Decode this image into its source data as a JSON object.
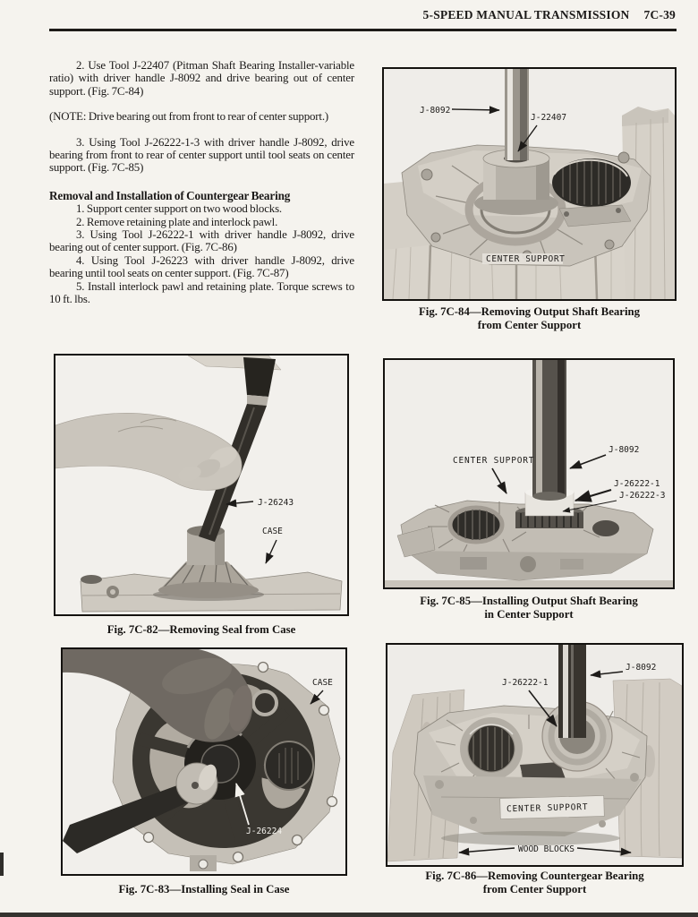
{
  "header": {
    "title": "5-SPEED MANUAL TRANSMISSION",
    "page_number": "7C-39"
  },
  "text": {
    "step2": "2. Use Tool J-22407 (Pitman Shaft Bearing Installer-variable ratio) with driver handle J-8092 and drive bearing out of center support. (Fig. 7C-84)",
    "note": "(NOTE: Drive bearing out from front to rear of center support.)",
    "step3": "3. Using Tool J-26222-1-3 with driver handle J-8092, drive bearing from front to rear of center support until tool seats on center support. (Fig. 7C-85)",
    "heading": "Removal and Installation of Countergear Bearing",
    "steps": [
      "1. Support center support on two wood blocks.",
      "2. Remove retaining plate and interlock pawl.",
      "3. Using Tool J-26222-1 with driver handle J-8092, drive bearing out of center support. (Fig. 7C-86)",
      "4. Using Tool J-26223 with driver handle J-8092, drive bearing until tool seats on center support. (Fig. 7C-87)",
      "5. Install interlock pawl and retaining plate. Torque screws to 10 ft. lbs."
    ]
  },
  "figures": {
    "fig82": {
      "caption": "Fig. 7C-82—Removing Seal from Case",
      "labels": {
        "tool": "J-26243",
        "case": "CASE"
      }
    },
    "fig83": {
      "caption": "Fig. 7C-83—Installing Seal in Case",
      "labels": {
        "case": "CASE",
        "tool": "J-26224"
      }
    },
    "fig84": {
      "caption1": "Fig. 7C-84—Removing Output Shaft Bearing",
      "caption2": "from Center Support",
      "labels": {
        "handle": "J-8092",
        "tool": "J-22407",
        "support": "CENTER SUPPORT"
      }
    },
    "fig85": {
      "caption1": "Fig. 7C-85—Installing Output Shaft Bearing",
      "caption2": "in Center Support",
      "labels": {
        "support": "CENTER SUPPORT",
        "handle": "J-8092",
        "tool1": "J-26222-1",
        "tool2": "J-26222-3"
      }
    },
    "fig86": {
      "caption1": "Fig. 7C-86—Removing Countergear Bearing",
      "caption2": "from Center Support",
      "labels": {
        "tool": "J-26222-1",
        "handle": "J-8092",
        "support": "CENTER SUPPORT",
        "blocks": "WOOD BLOCKS"
      }
    }
  }
}
